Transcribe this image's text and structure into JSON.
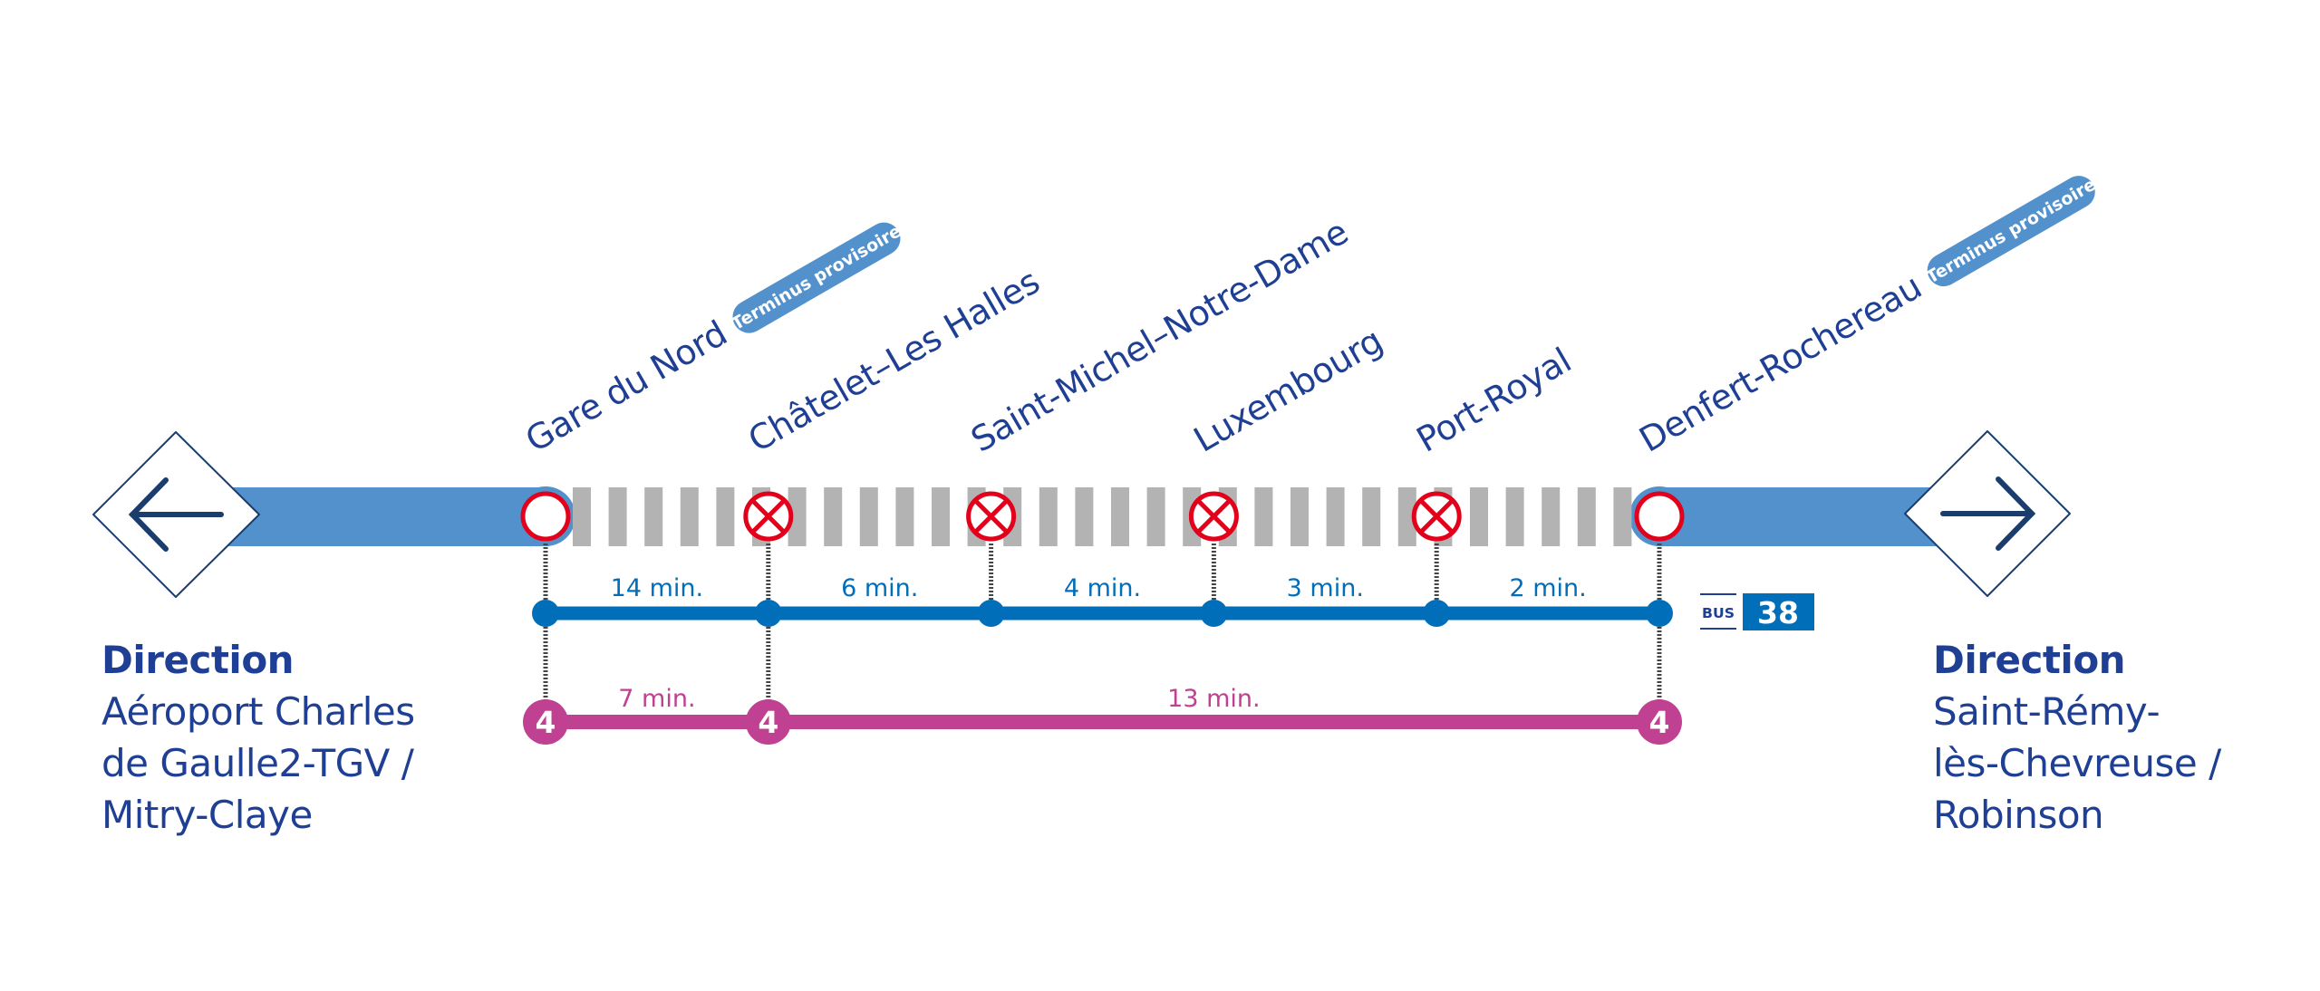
{
  "colors": {
    "band": "#5391cc",
    "closed_section": "#b3b3b3",
    "station_ring": "#e2001a",
    "text_dark": "#1e3f94",
    "bus_line": "#006eb8",
    "metro_line": "#c04191",
    "diamond_stroke": "#1a3d6e",
    "badge_bg": "#5391cc",
    "connector": "#444444"
  },
  "stations": [
    {
      "name": "Gare du Nord",
      "status": "open",
      "badge": "Terminus provisoire"
    },
    {
      "name": "Châtelet–Les Halles",
      "status": "closed",
      "badge": null
    },
    {
      "name": "Saint-Michel–Notre-Dame",
      "status": "closed",
      "badge": null
    },
    {
      "name": "Luxembourg",
      "status": "closed",
      "badge": null
    },
    {
      "name": "Port-Royal",
      "status": "closed",
      "badge": null
    },
    {
      "name": "Denfert-Rochereau",
      "status": "open",
      "badge": "Terminus provisoire"
    }
  ],
  "bus_line": {
    "mode": "BUS",
    "number": "38",
    "stop_indices": [
      0,
      1,
      2,
      3,
      4,
      5
    ],
    "segments": [
      "14 min.",
      "6 min.",
      "4 min.",
      "3 min.",
      "2 min."
    ]
  },
  "metro_line": {
    "number": "4",
    "stop_indices": [
      0,
      1,
      5
    ],
    "segments": [
      "7 min.",
      "13 min."
    ]
  },
  "directions": {
    "left": {
      "arrow": "arrow-left-icon",
      "title": "Direction",
      "lines": [
        "Aéroport Charles",
        "de Gaulle2-TGV /",
        "Mitry-Claye"
      ]
    },
    "right": {
      "arrow": "arrow-right-icon",
      "title": "Direction",
      "lines": [
        "Saint-Rémy-",
        "lès-Chevreuse /",
        "Robinson"
      ]
    }
  }
}
